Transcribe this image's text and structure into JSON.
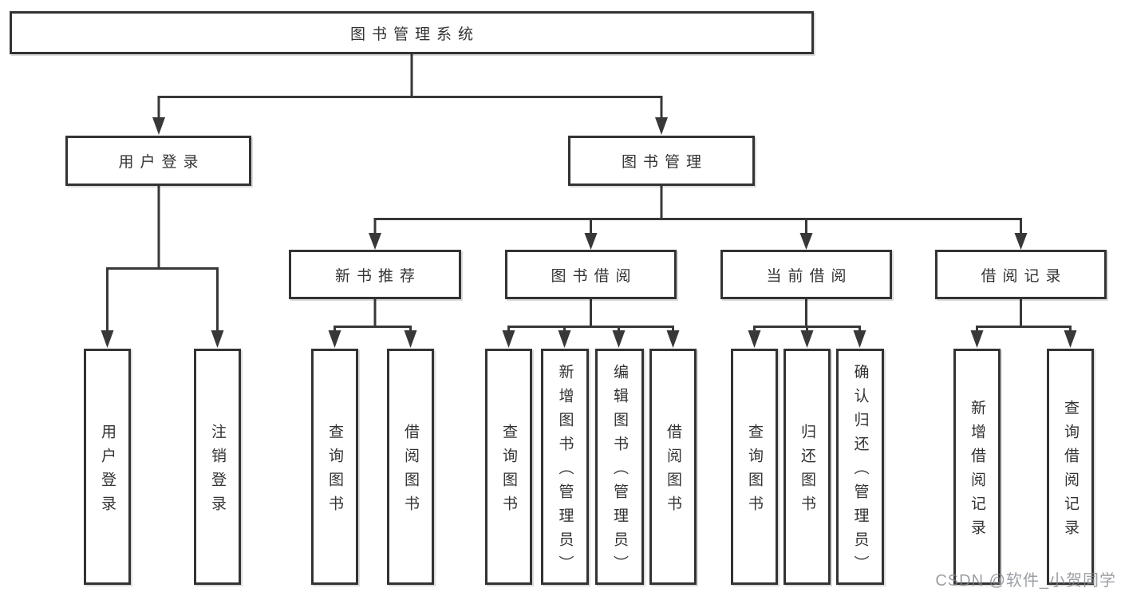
{
  "diagram": {
    "title": "图书管理系统",
    "user_login": {
      "label": "用户登录",
      "leaves": [
        "用户登录",
        "注销登录"
      ]
    },
    "book_management": {
      "label": "图书管理",
      "sections": [
        {
          "label": "新书推荐",
          "leaves": [
            "查询图书",
            "借阅图书"
          ]
        },
        {
          "label": "图书借阅",
          "leaves": [
            "查询图书",
            "新增图书（管理员）",
            "编辑图书（管理员）",
            "借阅图书"
          ]
        },
        {
          "label": "当前借阅",
          "leaves": [
            "查询图书",
            "归还图书",
            "确认归还（管理员）"
          ]
        },
        {
          "label": "借阅记录",
          "leaves": [
            "新增借阅记录",
            "查询借阅记录"
          ]
        }
      ]
    }
  },
  "watermark": "CSDN @软件_小贺同学",
  "colors": {
    "border": "#333333",
    "line": "#383838",
    "text": "#333333",
    "background": "#ffffff",
    "watermark": "#80848c"
  }
}
